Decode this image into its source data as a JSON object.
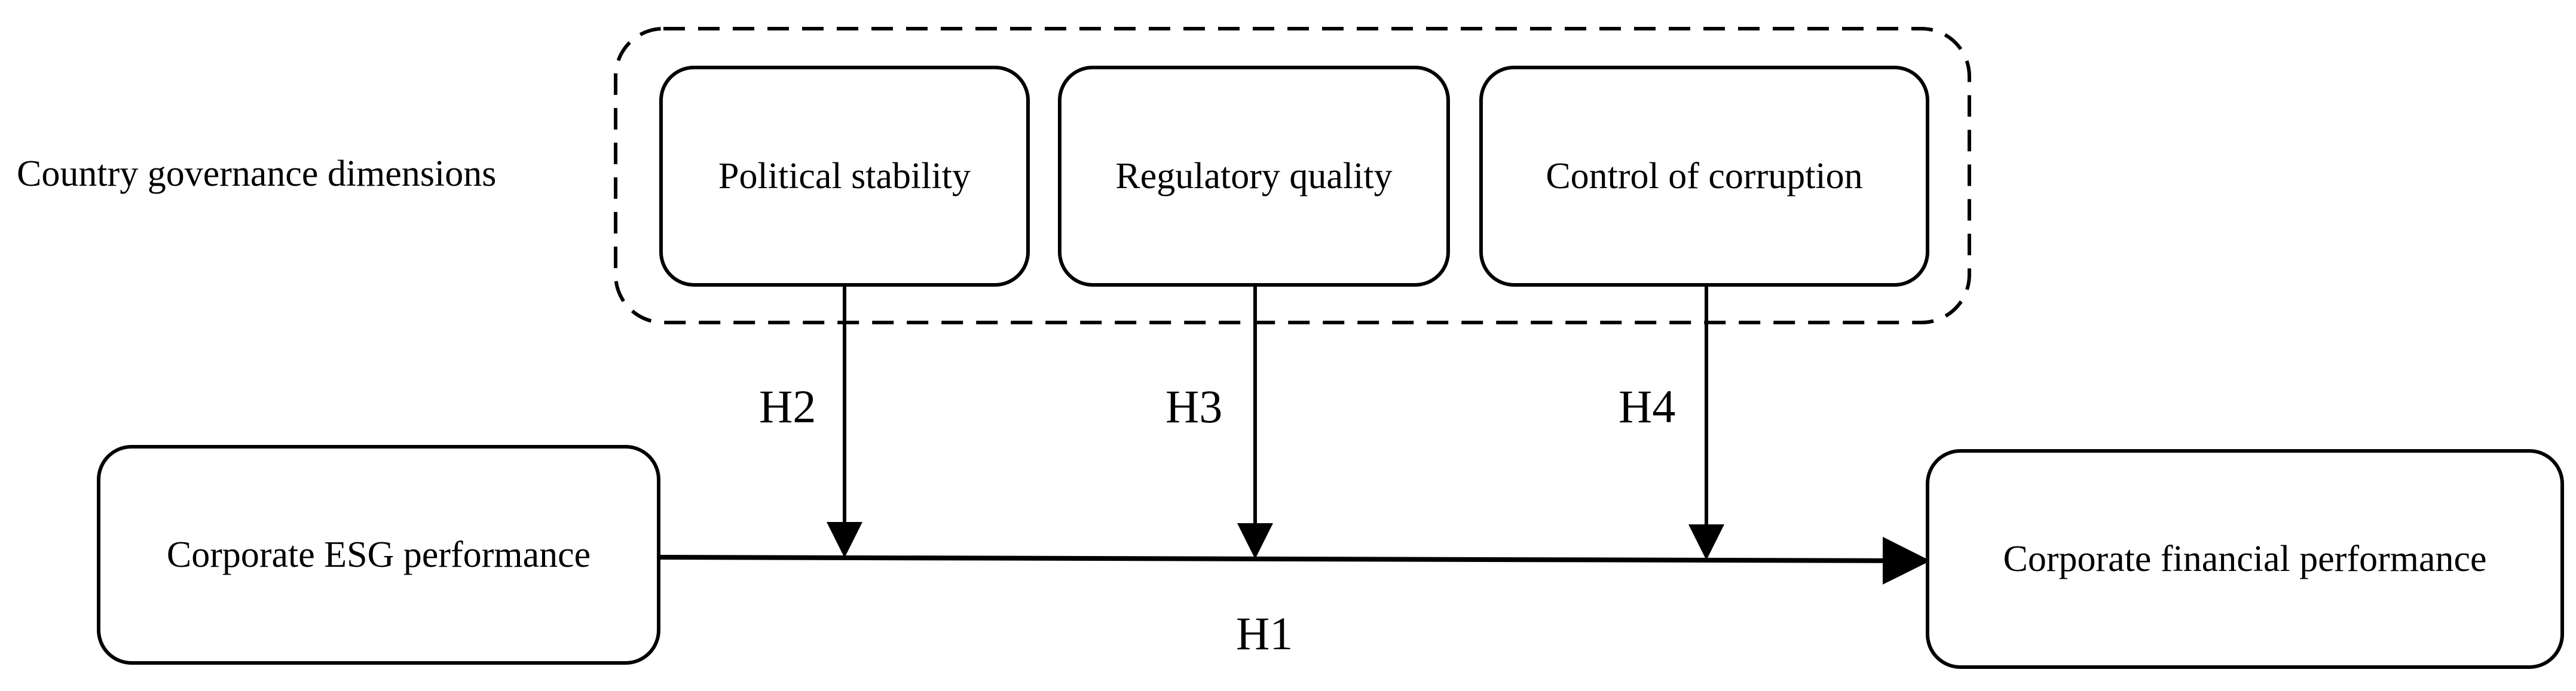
{
  "group": {
    "label": "Country governance dimensions"
  },
  "moderators": [
    {
      "label": "Political stability",
      "hypothesis": "H2"
    },
    {
      "label": "Regulatory quality",
      "hypothesis": "H3"
    },
    {
      "label": "Control of corruption",
      "hypothesis": "H4"
    }
  ],
  "source": {
    "label": "Corporate ESG performance"
  },
  "target": {
    "label": "Corporate financial performance"
  },
  "main_path": {
    "hypothesis": "H1"
  }
}
